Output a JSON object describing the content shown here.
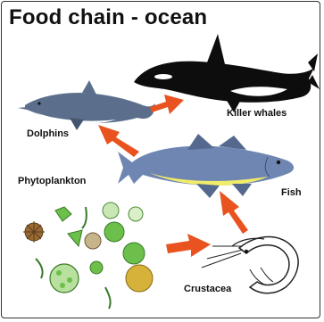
{
  "title": "Food chain - ocean",
  "labels": {
    "killer_whales": "Killer whales",
    "dolphins": "Dolphins",
    "fish": "Fish",
    "phytoplankton": "Phytoplankton",
    "crustacea": "Crustacea"
  },
  "colors": {
    "arrow": "#e8531f",
    "whale_black": "#0d0d0d",
    "dolphin": "#5b6f8c",
    "fish_body": "#6f86b3",
    "fish_belly": "#f1ec6a",
    "plankton_green": "#6cbf4a",
    "plankton_brown": "#9a6a33",
    "shrimp_outline": "#222222"
  },
  "icons": [
    "killer-whale-icon",
    "dolphin-icon",
    "fish-icon",
    "phytoplankton-icon",
    "crustacea-icon",
    "arrow-icon"
  ]
}
